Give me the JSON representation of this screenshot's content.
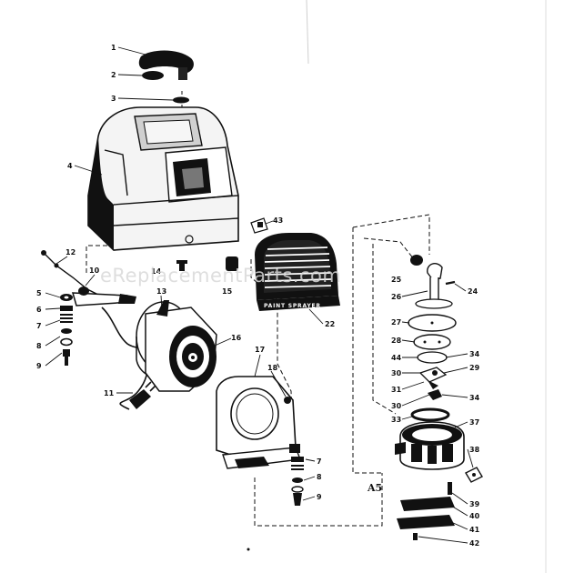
{
  "watermark": "eReplacementParts.com",
  "sheet_label": "A5",
  "badge_text": "PAINT SPRAYER",
  "callouts": [
    {
      "id": "c1",
      "text": "1"
    },
    {
      "id": "c2",
      "text": "2"
    },
    {
      "id": "c3",
      "text": "3"
    },
    {
      "id": "c4",
      "text": "4"
    },
    {
      "id": "c5",
      "text": "5"
    },
    {
      "id": "c6",
      "text": "6"
    },
    {
      "id": "c7a",
      "text": "7"
    },
    {
      "id": "c8a",
      "text": "8"
    },
    {
      "id": "c9a",
      "text": "9"
    },
    {
      "id": "c10",
      "text": "10"
    },
    {
      "id": "c11",
      "text": "11"
    },
    {
      "id": "c12",
      "text": "12"
    },
    {
      "id": "c13",
      "text": "13"
    },
    {
      "id": "c14",
      "text": "14"
    },
    {
      "id": "c15",
      "text": "15"
    },
    {
      "id": "c16",
      "text": "16"
    },
    {
      "id": "c17",
      "text": "17"
    },
    {
      "id": "c18",
      "text": "18"
    },
    {
      "id": "c7b",
      "text": "7"
    },
    {
      "id": "c8b",
      "text": "8"
    },
    {
      "id": "c9b",
      "text": "9"
    },
    {
      "id": "c22",
      "text": "22"
    },
    {
      "id": "c43",
      "text": "43"
    },
    {
      "id": "c25",
      "text": "25"
    },
    {
      "id": "c24",
      "text": "24"
    },
    {
      "id": "c26",
      "text": "26"
    },
    {
      "id": "c27",
      "text": "27"
    },
    {
      "id": "c28",
      "text": "28"
    },
    {
      "id": "c34a",
      "text": "34"
    },
    {
      "id": "c44",
      "text": "44"
    },
    {
      "id": "c29",
      "text": "29"
    },
    {
      "id": "c30a",
      "text": "30"
    },
    {
      "id": "c31",
      "text": "31"
    },
    {
      "id": "c30b",
      "text": "30"
    },
    {
      "id": "c34b",
      "text": "34"
    },
    {
      "id": "c33",
      "text": "33"
    },
    {
      "id": "c37",
      "text": "37"
    },
    {
      "id": "c38",
      "text": "38"
    },
    {
      "id": "c39",
      "text": "39"
    },
    {
      "id": "c40",
      "text": "40"
    },
    {
      "id": "c41",
      "text": "41"
    },
    {
      "id": "c42",
      "text": "42"
    }
  ]
}
